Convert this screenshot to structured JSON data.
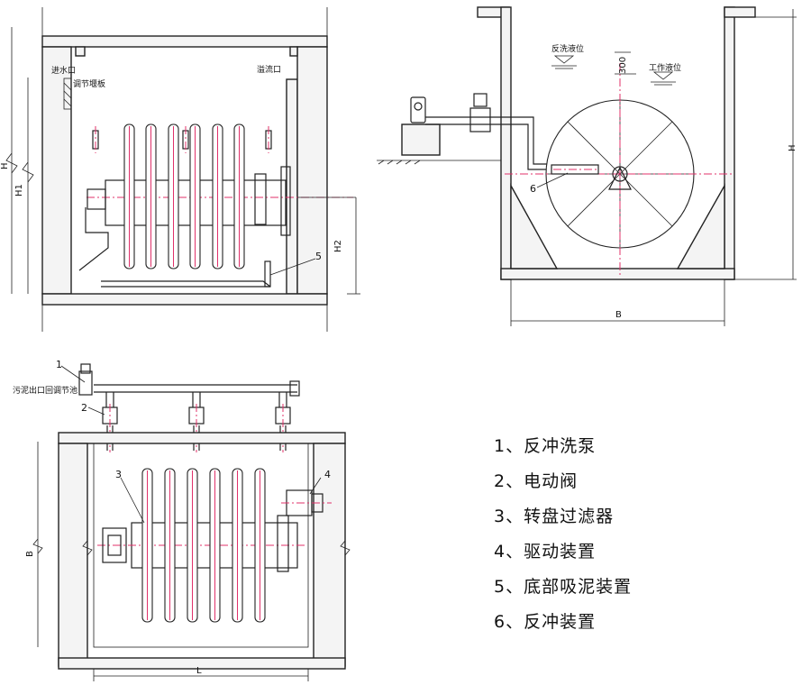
{
  "labels": {
    "inlet": "进水口",
    "weir_plate": "调节堰板",
    "overflow": "溢流口",
    "backwash_level": "反洗液位",
    "working_level": "工作液位",
    "sludge_outlet": "污泥出口回调节池",
    "dim_300": "300",
    "dim_H": "H",
    "dim_H1": "H1",
    "dim_H2": "H2",
    "dim_B": "B",
    "dim_L": "L"
  },
  "callouts": [
    "1",
    "2",
    "3",
    "4",
    "5",
    "6"
  ],
  "legend": [
    "1、反冲洗泵",
    "2、电动阀",
    "3、转盘过滤器",
    "4、驱动装置",
    "5、底部吸泥装置",
    "6、反冲装置"
  ]
}
